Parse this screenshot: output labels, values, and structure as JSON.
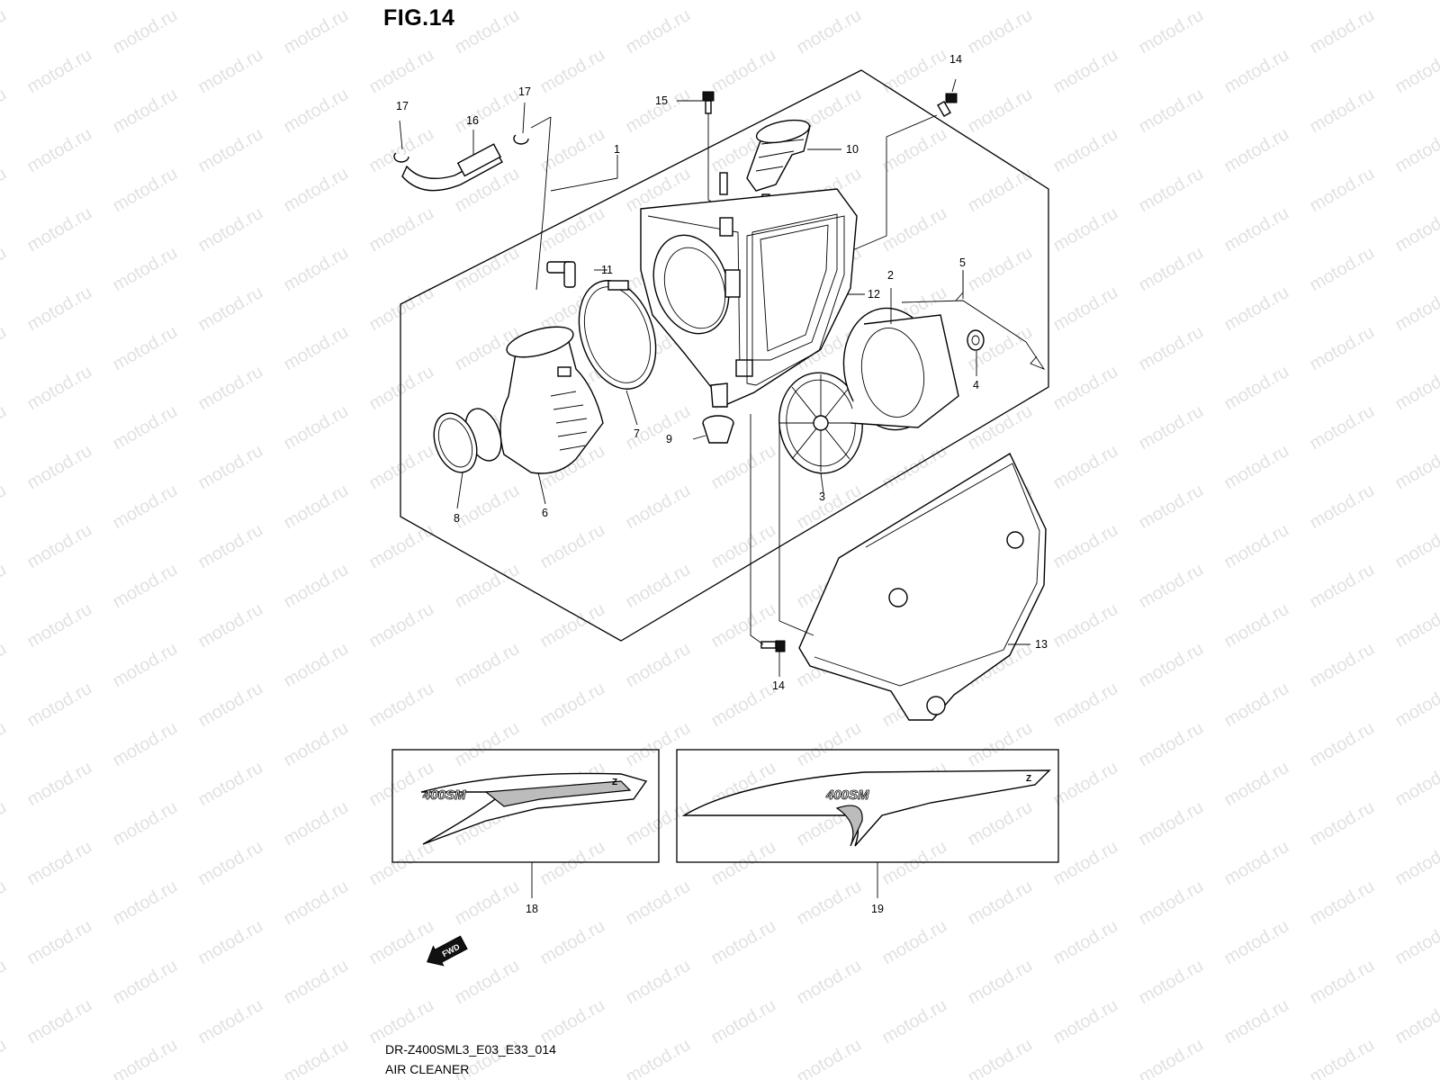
{
  "figure": {
    "title": "FIG.14",
    "model_code": "DR-Z400SML3_E03_E33_014",
    "section_name": "AIR CLEANER"
  },
  "watermark": {
    "text": "motod.ru"
  },
  "fwd_badge": {
    "text": "FWD"
  },
  "decal_text": {
    "model": "400SM",
    "brand": "Z"
  },
  "callouts": [
    {
      "num": "1",
      "ref": "air-cleaner-box"
    },
    {
      "num": "2",
      "ref": "element"
    },
    {
      "num": "3",
      "ref": "element-holder"
    },
    {
      "num": "4",
      "ref": "grommet"
    },
    {
      "num": "5",
      "ref": "wire-clip"
    },
    {
      "num": "6",
      "ref": "intake-duct"
    },
    {
      "num": "7",
      "ref": "clamp-band"
    },
    {
      "num": "8",
      "ref": "clamp"
    },
    {
      "num": "9",
      "ref": "drain-cap"
    },
    {
      "num": "10",
      "ref": "inlet-duct"
    },
    {
      "num": "11",
      "ref": "joint"
    },
    {
      "num": "12",
      "ref": "gasket"
    },
    {
      "num": "13",
      "ref": "cover"
    },
    {
      "num": "14",
      "ref": "bolt-top"
    },
    {
      "num": "14",
      "ref": "bolt-bottom"
    },
    {
      "num": "15",
      "ref": "bolt"
    },
    {
      "num": "16",
      "ref": "breather-hose"
    },
    {
      "num": "17",
      "ref": "clip-left"
    },
    {
      "num": "17",
      "ref": "clip-right"
    },
    {
      "num": "18",
      "ref": "decal-left"
    },
    {
      "num": "19",
      "ref": "decal-right"
    }
  ]
}
